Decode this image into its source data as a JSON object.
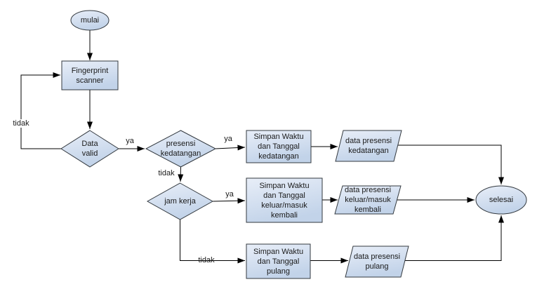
{
  "diagram": {
    "type": "flowchart",
    "language": "Indonesian",
    "colors": {
      "node_fill_top": "#e8eef8",
      "node_fill_bottom": "#c2d3e9",
      "node_border": "#33393f",
      "connector": "#000000",
      "text": "#1a1a1a",
      "background": "#ffffff"
    },
    "nodes": {
      "start": {
        "shape": "ellipse",
        "label": "mulai"
      },
      "scanner": {
        "shape": "rect",
        "label": "Fingerprint\nscanner"
      },
      "data_valid": {
        "shape": "diamond",
        "label": "Data\nvalid"
      },
      "presensi_kedatangan": {
        "shape": "diamond",
        "label": "presensi\nkedatangan"
      },
      "jam_kerja": {
        "shape": "diamond",
        "label": "jam kerja"
      },
      "simpan_kedatangan": {
        "shape": "rect",
        "label": "Simpan Waktu\ndan Tanggal\nkedatangan"
      },
      "simpan_keluar_masuk": {
        "shape": "rect",
        "label": "Simpan Waktu\ndan Tanggal\nkeluar/masuk\nkembali"
      },
      "simpan_pulang": {
        "shape": "rect",
        "label": "Simpan Waktu\ndan Tanggal\npulang"
      },
      "data_kedatangan": {
        "shape": "parallelogram",
        "label": "data presensi\nkedatangan"
      },
      "data_keluar_masuk": {
        "shape": "parallelogram",
        "label": "data presensi\nkeluar/masuk\nkembali"
      },
      "data_pulang": {
        "shape": "parallelogram",
        "label": "data presensi\npulang"
      },
      "end": {
        "shape": "ellipse",
        "label": "selesai"
      }
    },
    "edge_labels": {
      "tidak_loop": "tidak",
      "ya_valid": "ya",
      "ya_kedatangan": "ya",
      "tidak_kedatangan": "tidak",
      "ya_jam_kerja": "ya",
      "tidak_jam_kerja": "tidak"
    }
  }
}
